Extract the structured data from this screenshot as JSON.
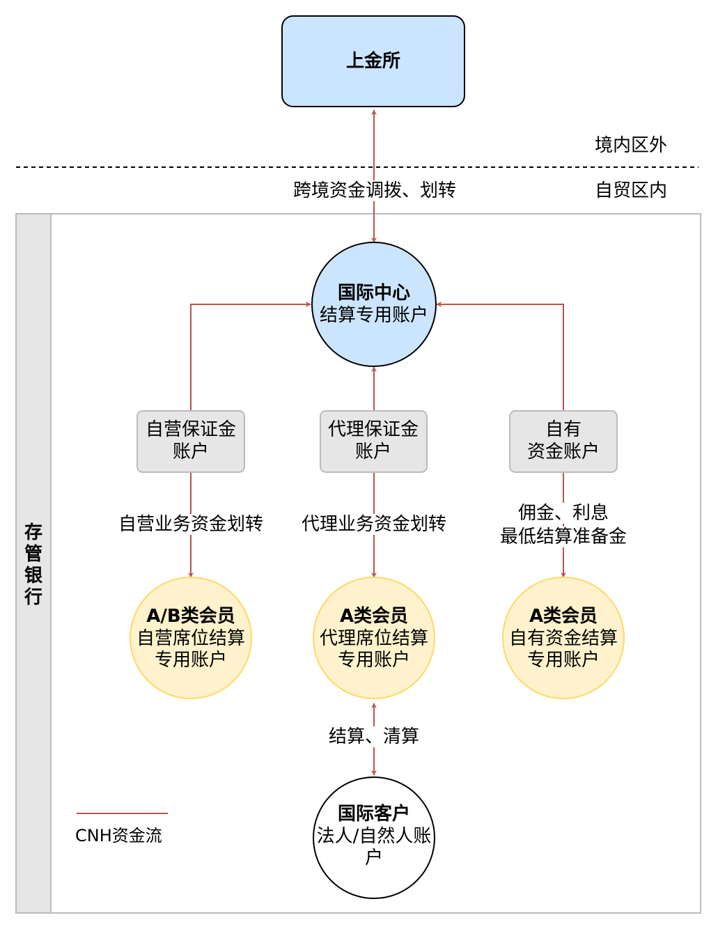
{
  "exchange": {
    "label": "上金所"
  },
  "zones": {
    "offshore": "境内区外",
    "ftz": "自贸区内"
  },
  "cross_border_label": "跨境资金调拨、划转",
  "custodian": {
    "label": "存管银行",
    "chars": [
      "存",
      "管",
      "银",
      "行"
    ]
  },
  "intl_center": {
    "line1": "国际中心",
    "line2": "结算专用账户"
  },
  "margin_accounts": [
    {
      "line1": "自营保证金",
      "line2": "账户"
    },
    {
      "line1": "代理保证金",
      "line2": "账户"
    },
    {
      "line1": "自有",
      "line2": "资金账户"
    }
  ],
  "flow_labels": {
    "proprietary": "自营业务资金划转",
    "agency": "代理业务资金划转",
    "own_line1": "佣金、利息",
    "own_line2": "最低结算准备金"
  },
  "member_accounts": [
    {
      "line1": "A/B类会员",
      "line2": "自营席位结算",
      "line3": "专用账户"
    },
    {
      "line1": "A类会员",
      "line2": "代理席位结算",
      "line3": "专用账户"
    },
    {
      "line1": "A类会员",
      "line2": "自有资金结算",
      "line3": "专用账户"
    }
  ],
  "settlement_label": "结算、清算",
  "intl_client": {
    "line1": "国际客户",
    "line2": "法人/自然人账",
    "line3": "户"
  },
  "legend": {
    "label": "CNH资金流"
  },
  "colors": {
    "flow": "#b85450",
    "blue_fill": "#cce5ff",
    "gray_fill": "#e6e6e6",
    "yellow_fill": "#fff2cc",
    "yellow_stroke": "#ffd966",
    "container_stroke": "#bbbbbb"
  }
}
